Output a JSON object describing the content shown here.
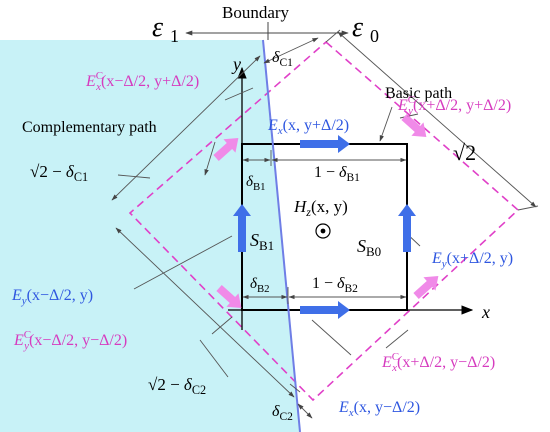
{
  "regions": {
    "left_medium": "ε1",
    "left_medium_sub": "1",
    "right_medium": "ε0",
    "right_medium_sub": "0",
    "boundary": "Boundary",
    "left_fill": "#c8f2f7"
  },
  "axes": {
    "x": "x",
    "y": "y"
  },
  "paths": {
    "basic": "Basic path",
    "complementary": "Complementary path",
    "basic_color": "#000000",
    "complementary_color": "#e040c8"
  },
  "field": {
    "center": "Hz(x, y)",
    "center_sym": "H",
    "center_sub": "z",
    "center_arg": "(x, y)"
  },
  "areas": {
    "sb1": {
      "sym": "S",
      "sub": "B1"
    },
    "sb0": {
      "sym": "S",
      "sub": "B0"
    }
  },
  "widths": {
    "dc1": {
      "pre": "",
      "sym": "δ",
      "sub": "C1"
    },
    "dc2": {
      "pre": "",
      "sym": "δ",
      "sub": "C2"
    },
    "db1": {
      "pre": "",
      "sym": "δ",
      "sub": "B1"
    },
    "db2": {
      "pre": "",
      "sym": "δ",
      "sub": "B2"
    },
    "one_db1": {
      "pre": "1 − ",
      "sym": "δ",
      "sub": "B1"
    },
    "one_db2": {
      "pre": "1 − ",
      "sym": "δ",
      "sub": "B2"
    },
    "sqrt2_dc1": {
      "pre": "√2 − ",
      "sym": "δ",
      "sub": "C1"
    },
    "sqrt2_dc2": {
      "pre": "√2 − ",
      "sym": "δ",
      "sub": "C2"
    },
    "sqrt2": "√2"
  },
  "vectors": {
    "ex_top": {
      "sym": "E",
      "sub": "x",
      "sup": "",
      "arg": "(x, y+Δ/2)",
      "color": "#2f57e0"
    },
    "ex_bot": {
      "sym": "E",
      "sub": "x",
      "sup": "",
      "arg": "(x, y−Δ/2)",
      "color": "#2f57e0"
    },
    "ey_left": {
      "sym": "E",
      "sub": "y",
      "sup": "",
      "arg": "(x−Δ/2, y)",
      "color": "#2f57e0"
    },
    "ey_right": {
      "sym": "E",
      "sub": "y",
      "sup": "",
      "arg": "(x+Δ/2, y)",
      "color": "#2f57e0"
    },
    "exc_tl": {
      "sym": "E",
      "sub": "x",
      "sup": "C",
      "arg": "(x−Δ/2, y+Δ/2)",
      "color": "#d63cbf"
    },
    "eyc_tr": {
      "sym": "E",
      "sub": "y",
      "sup": "C",
      "arg": "(x+Δ/2, y+Δ/2)",
      "color": "#d63cbf"
    },
    "eyc_bl": {
      "sym": "E",
      "sub": "y",
      "sup": "C",
      "arg": "(x−Δ/2, y−Δ/2)",
      "color": "#d63cbf"
    },
    "exc_br": {
      "sym": "E",
      "sub": "x",
      "sup": "C",
      "arg": "(x+Δ/2, y−Δ/2)",
      "color": "#d63cbf"
    }
  },
  "colors": {
    "boundary_line": "#6f7ee6",
    "arrow_blue": "#3f6fe8",
    "arrow_pink": "#f08ae8",
    "leader": "#555555"
  }
}
